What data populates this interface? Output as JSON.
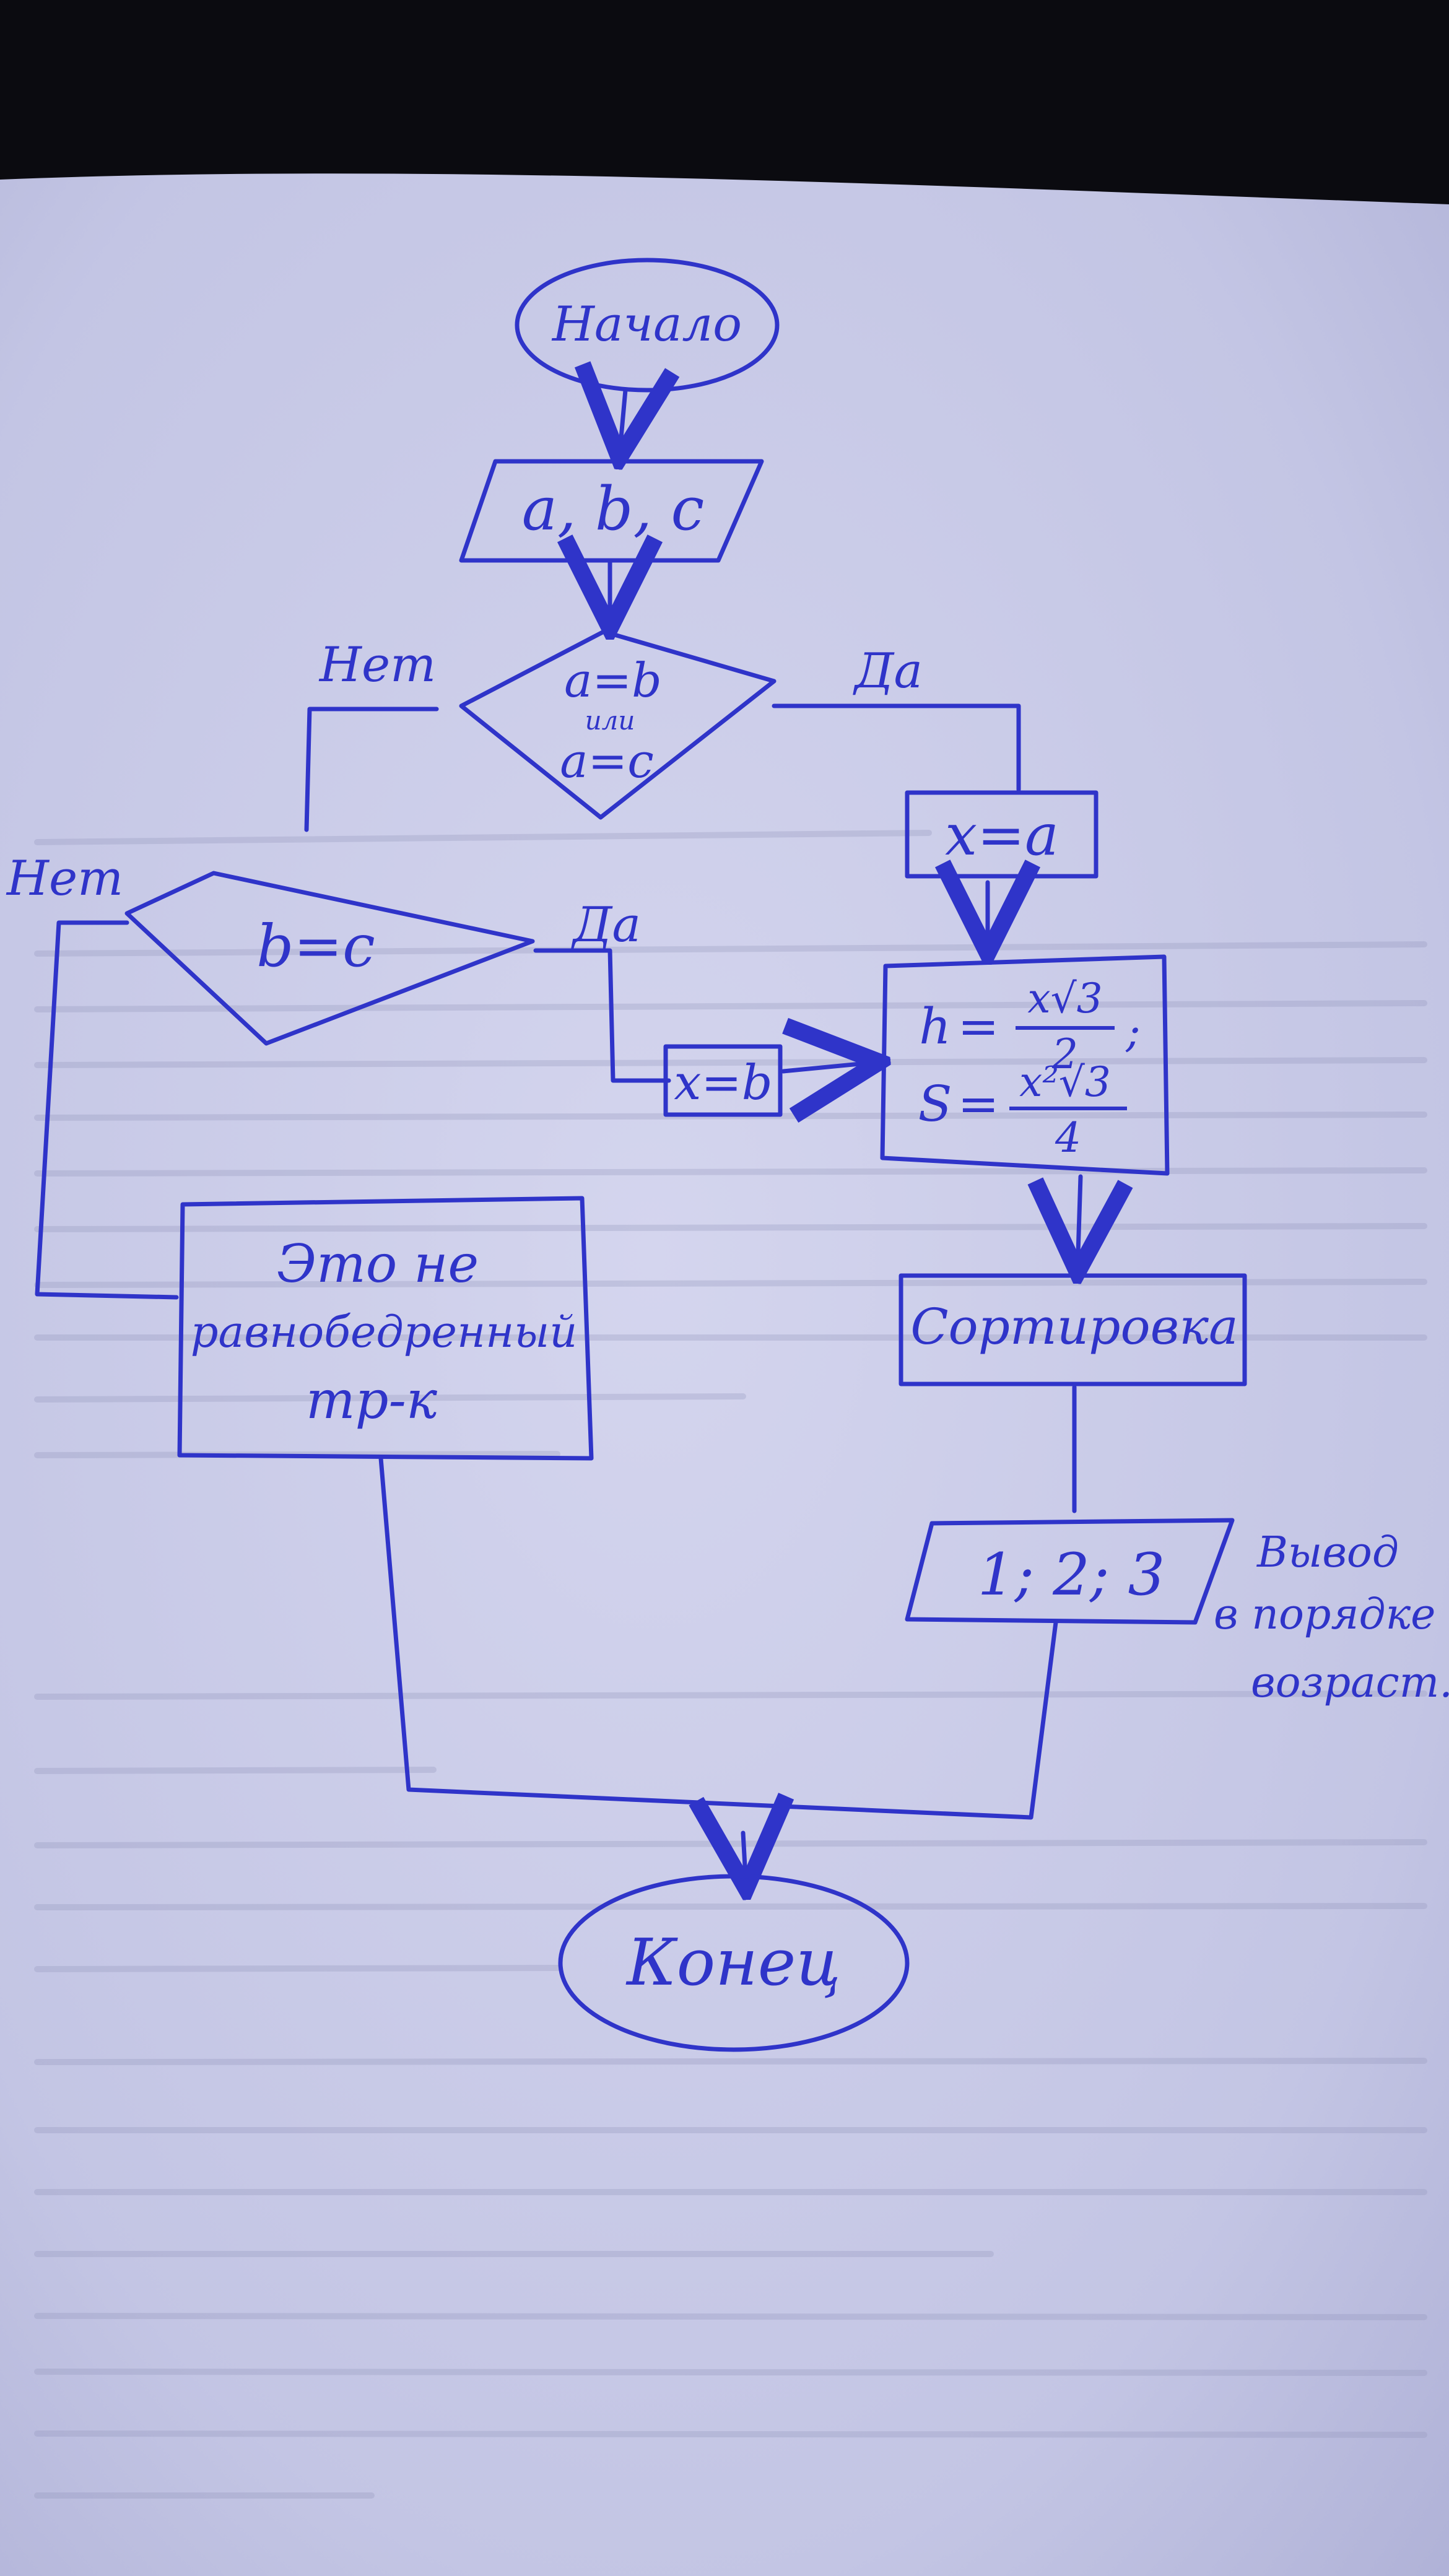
{
  "colors": {
    "ink": "#2f34c9",
    "paper": "#c9cbe8",
    "background": "#0b0b10",
    "print_ghost": "#8f92b8"
  },
  "flowchart": {
    "start": "Начало",
    "input": "a, b, c",
    "decision1": {
      "line1": "a=b",
      "line2": "или",
      "line3": "a=c"
    },
    "decision1_yes": "Да",
    "decision1_no": "Нет",
    "assign_x_a": "x=a",
    "decision2": "b=c",
    "decision2_yes": "Да",
    "decision2_no": "Нет",
    "assign_x_b": "x=b",
    "formula_h_lhs": "h",
    "formula_h_num": "x√3",
    "formula_h_den": "2",
    "formula_s_lhs": "S",
    "formula_s_num": "x²√3",
    "formula_s_den": "4",
    "not_isosceles": {
      "line1": "Это не",
      "line2": "равнобедренный",
      "line3": "тр-к"
    },
    "sort": "Сортировка",
    "output": "1; 2; 3",
    "output_note": {
      "line1": "Вывод",
      "line2": "в порядке",
      "line3": "возраст."
    },
    "end": "Конец"
  }
}
